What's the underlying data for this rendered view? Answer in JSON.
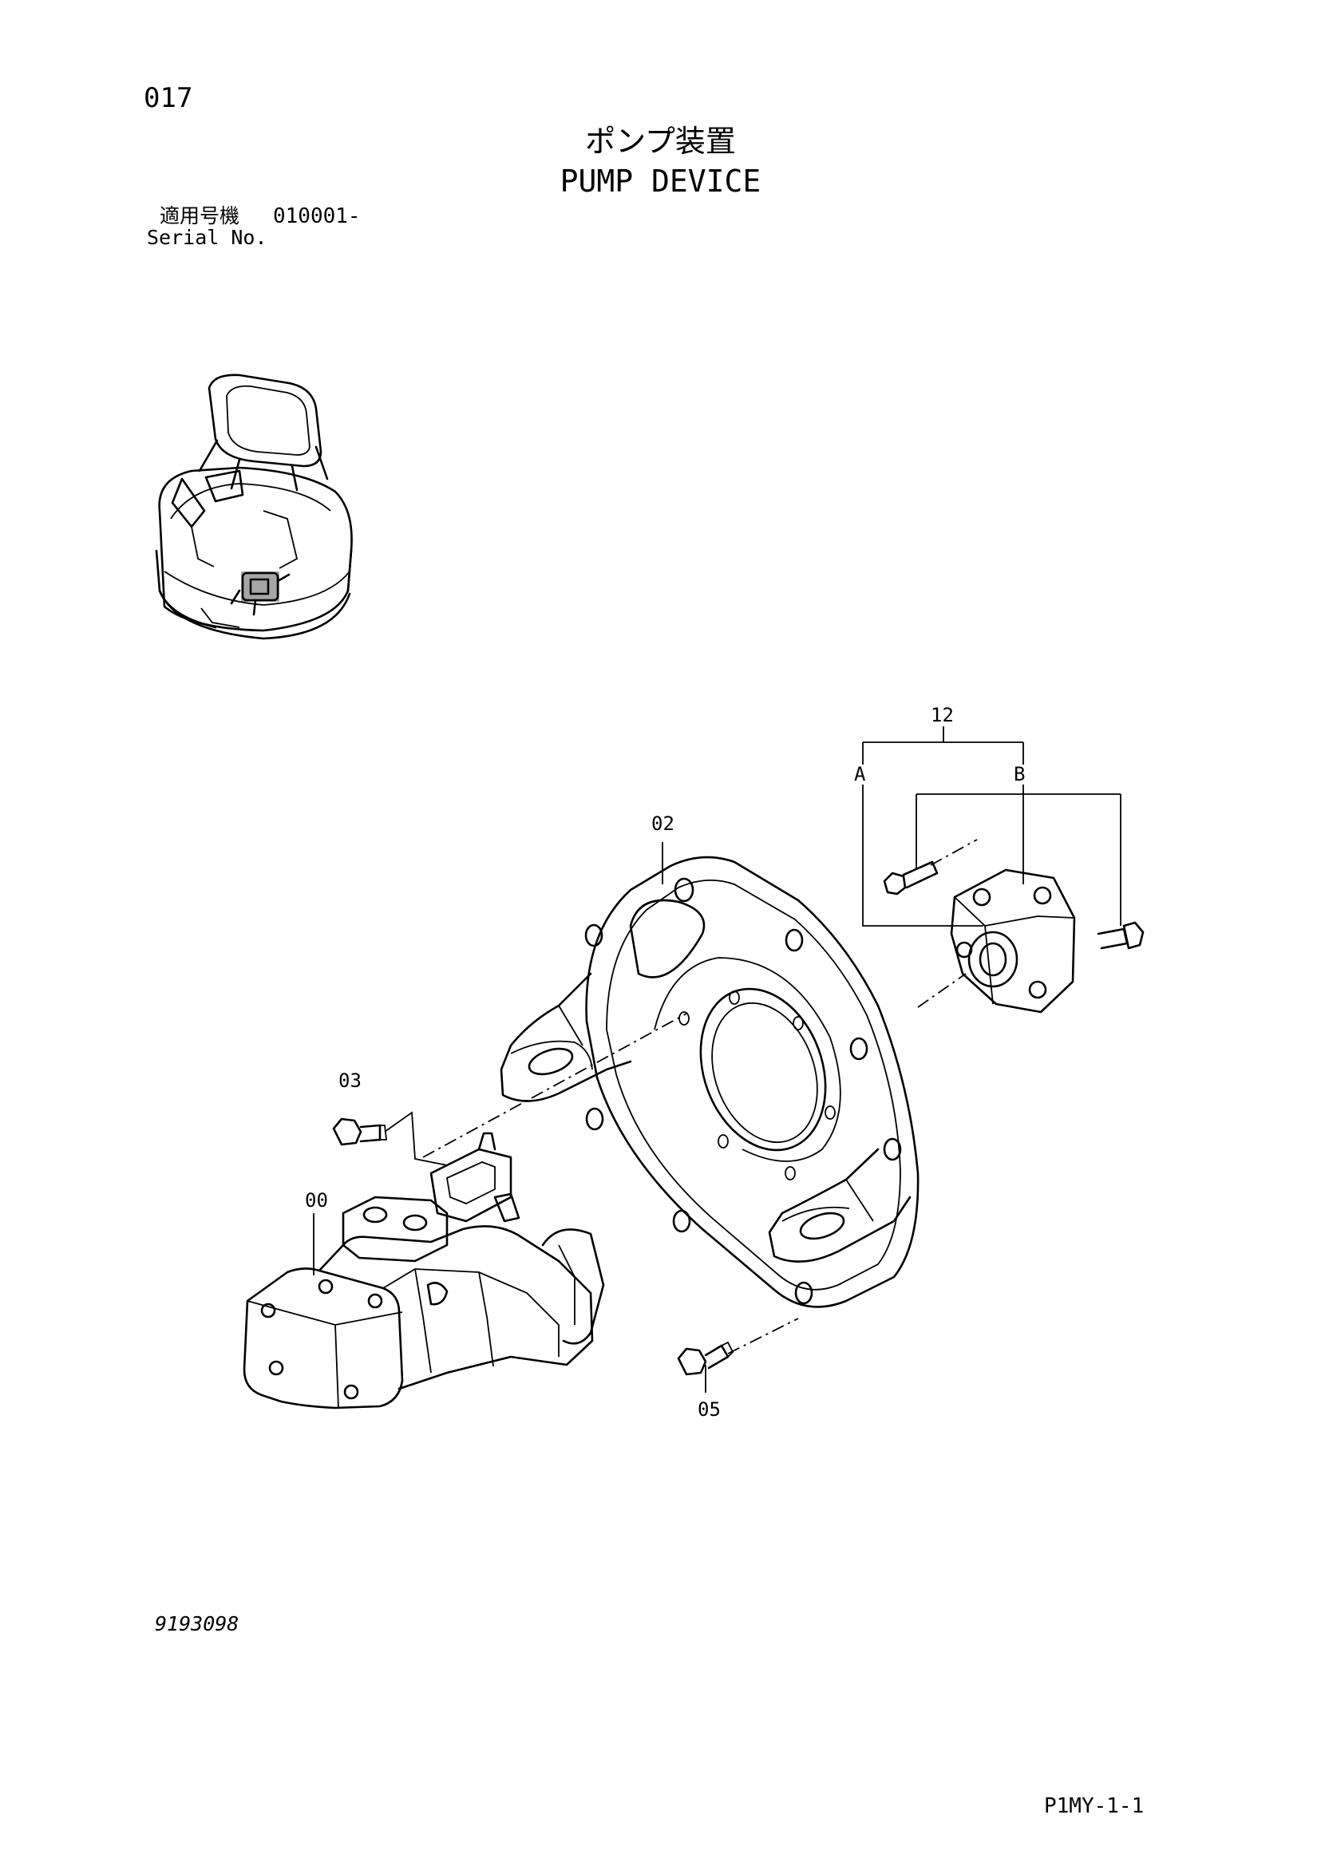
{
  "page": {
    "page_number": "017",
    "title_jp": "ポンプ装置",
    "title_en": "PUMP DEVICE",
    "serial_label_jp": "適用号機",
    "serial_range": "010001-",
    "serial_label_en": "Serial No.",
    "drawing_number": "9193098",
    "page_code": "P1MY-1-1"
  },
  "callouts": {
    "pump": "00",
    "housing": "02",
    "bolt_pump": "03",
    "bolt_housing": "05",
    "coupling_set": "12",
    "sub_a": "A",
    "sub_b": "B"
  },
  "icons": [
    "machine-location-icon",
    "pump-icon",
    "housing-icon",
    "bolt-icon",
    "coupling-icon"
  ]
}
